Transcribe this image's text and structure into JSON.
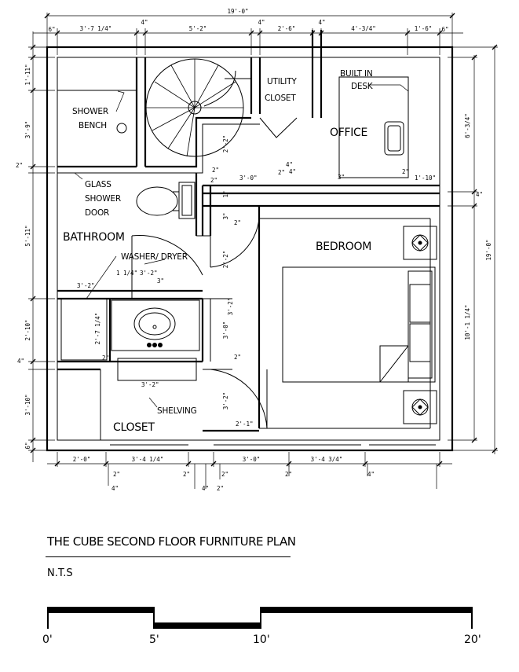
{
  "rooms": {
    "utility_closet_1": "UTILITY",
    "utility_closet_2": "CLOSET",
    "built_in_desk_1": "BUILT IN",
    "built_in_desk_2": "DESK",
    "office": "OFFICE",
    "shower_bench_1": "SHOWER",
    "shower_bench_2": "BENCH",
    "glass_door_1": "GLASS",
    "glass_door_2": "SHOWER",
    "glass_door_3": "DOOR",
    "bathroom": "BATHROOM",
    "washer_dryer": "WASHER/ DRYER",
    "bedroom": "BEDROOM",
    "shelving": "SHELVING",
    "closet": "CLOSET"
  },
  "dimensions": {
    "overall_width": "19'-0\"",
    "overall_height": "19'-0\"",
    "top": [
      "6\"",
      "3'-7 1/4\"",
      "4\"",
      "5'-2\"",
      "4\"",
      "2'-6\"",
      "4\"",
      "4'-3/4\"",
      "1'-6\"",
      "6\""
    ],
    "left": [
      "1'-11\"",
      "3'-9\"",
      "2\"",
      "5'-11\"",
      "2'-10\"",
      "4\"",
      "3'-10\"",
      "6\""
    ],
    "right": [
      "6'-3/4\"",
      "4\"",
      "10'-1 1/4\""
    ],
    "bottom": [
      "2'-0\"",
      "3'-4 1/4\"",
      "3'-0\"",
      "3'-4 3/4\""
    ],
    "bottom_small": [
      "2\"",
      "4\"",
      "2\"",
      "4\"",
      "2\"",
      "2\"",
      "2\"",
      "4\""
    ],
    "interior": [
      "2\"",
      "2'-2\"",
      "2\"",
      "4\"",
      "3'-0\"",
      "4\"",
      "2\"",
      "3\"",
      "1'-10\"",
      "2\"",
      "1\"",
      "3\"",
      "2\"",
      "2'-2\"",
      "3\"",
      "3'-2\"",
      "3'-0\"",
      "3'-2\"",
      "2'-1\"",
      "2\"",
      "3'-2\"",
      "1 1/4\"",
      "2'-7 1/4\"",
      "3'-2\"",
      "3'-2\"",
      "2\""
    ]
  },
  "title": "THE CUBE SECOND FLOOR FURNITURE PLAN",
  "scale_note": "N.T.S",
  "scale_bar": {
    "labels": [
      "0'",
      "5'",
      "10'",
      "20'"
    ],
    "values": [
      0,
      5,
      10,
      20
    ]
  }
}
